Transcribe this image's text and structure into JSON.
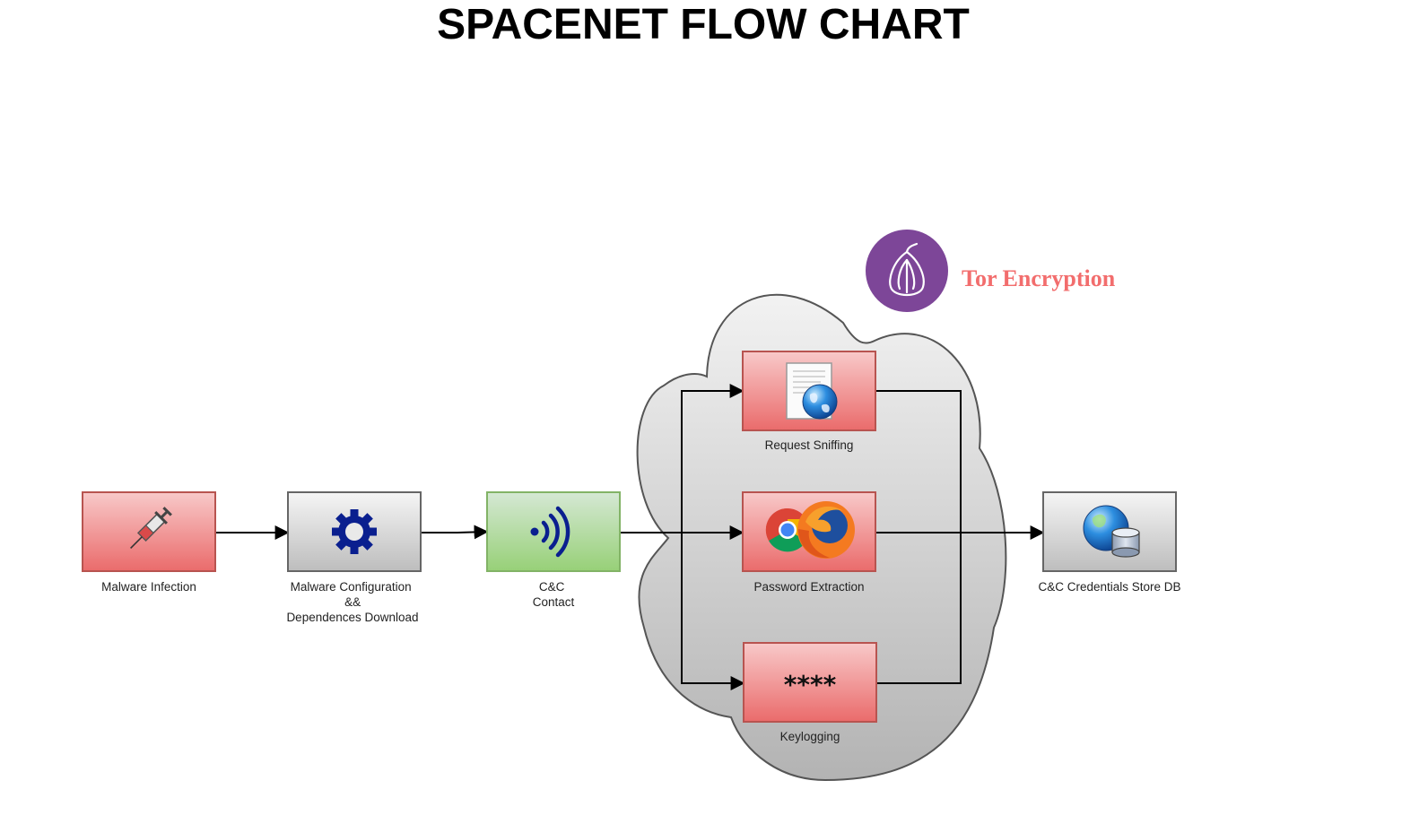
{
  "title": "SPACENET FLOW CHART",
  "colors": {
    "red_top": "#f8c9c9",
    "red_bottom": "#ea6b6b",
    "red_border": "#b85450",
    "gray_top": "#f5f5f5",
    "gray_bottom": "#bdbdbd",
    "gray_border": "#666666",
    "green_top": "#d5e8d4",
    "green_bottom": "#97d077",
    "green_border": "#82b366",
    "tor_purple": "#7d4698",
    "tor_label": "#f26d6d",
    "icon_blue": "#0a1f8f"
  },
  "tor": {
    "label": "Tor Encryption",
    "icon": "tor-onion-icon"
  },
  "nodes": [
    {
      "id": "malware-infection",
      "label_lines": [
        "Malware Infection"
      ],
      "style": "red",
      "icon": "syringe-icon"
    },
    {
      "id": "malware-configuration",
      "label_lines": [
        "Malware Configuration",
        "&&",
        "Dependences Download"
      ],
      "style": "gray",
      "icon": "gear-icon"
    },
    {
      "id": "cc-contact",
      "label_lines": [
        "C&C",
        "Contact"
      ],
      "style": "green",
      "icon": "wifi-signal-icon"
    },
    {
      "id": "request-sniffing",
      "label_lines": [
        "Request Sniffing"
      ],
      "style": "red",
      "icon": "web-document-icon"
    },
    {
      "id": "password-extraction",
      "label_lines": [
        "Password Extraction"
      ],
      "style": "red",
      "icon": "browsers-icon"
    },
    {
      "id": "keylogging",
      "label_lines": [
        "Keylogging"
      ],
      "style": "red",
      "icon": "asterisks-icon",
      "icon_text": "****"
    },
    {
      "id": "cc-credentials-store",
      "label_lines": [
        "C&C Credentials Store DB"
      ],
      "style": "gray",
      "icon": "globe-database-icon"
    }
  ],
  "edges": [
    {
      "from": "malware-infection",
      "to": "malware-configuration"
    },
    {
      "from": "malware-configuration",
      "to": "cc-contact"
    },
    {
      "from": "cc-contact",
      "to": "request-sniffing"
    },
    {
      "from": "cc-contact",
      "to": "password-extraction"
    },
    {
      "from": "cc-contact",
      "to": "keylogging"
    },
    {
      "from": "request-sniffing",
      "to": "cc-credentials-store"
    },
    {
      "from": "password-extraction",
      "to": "cc-credentials-store"
    },
    {
      "from": "keylogging",
      "to": "cc-credentials-store"
    }
  ]
}
